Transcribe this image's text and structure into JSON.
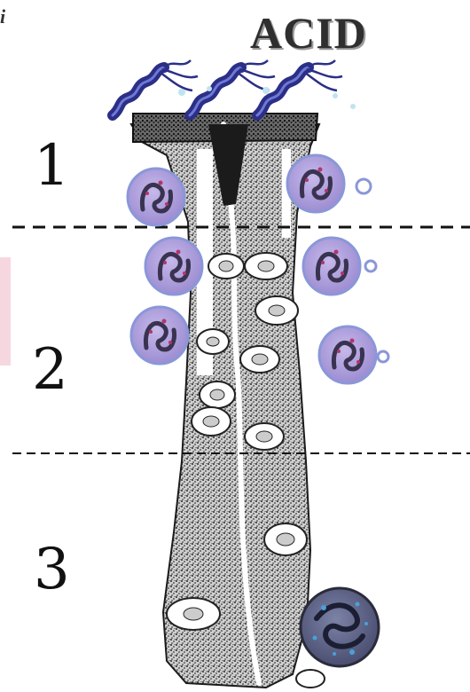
{
  "diagram": {
    "title": "ACID",
    "corner_mark": "i",
    "zone_labels": [
      "1",
      "2",
      "3"
    ]
  },
  "colors": {
    "bacteria": "#2b2f86",
    "bacteria_highlight": "#6f78d6",
    "neutrophil_fill": "#a99ad8",
    "neutrophil_ring": "#8a97d8",
    "nucleus": "#3a3350",
    "granule": "#b3346e",
    "gland_tissue": "#3a3a3a",
    "divider": "#111111",
    "pink_mark": "#f3c6d2"
  },
  "icons": [
    "helicobacter-bacterium",
    "neutrophil-cell",
    "lymphocyte-cell",
    "epithelial-cell"
  ]
}
